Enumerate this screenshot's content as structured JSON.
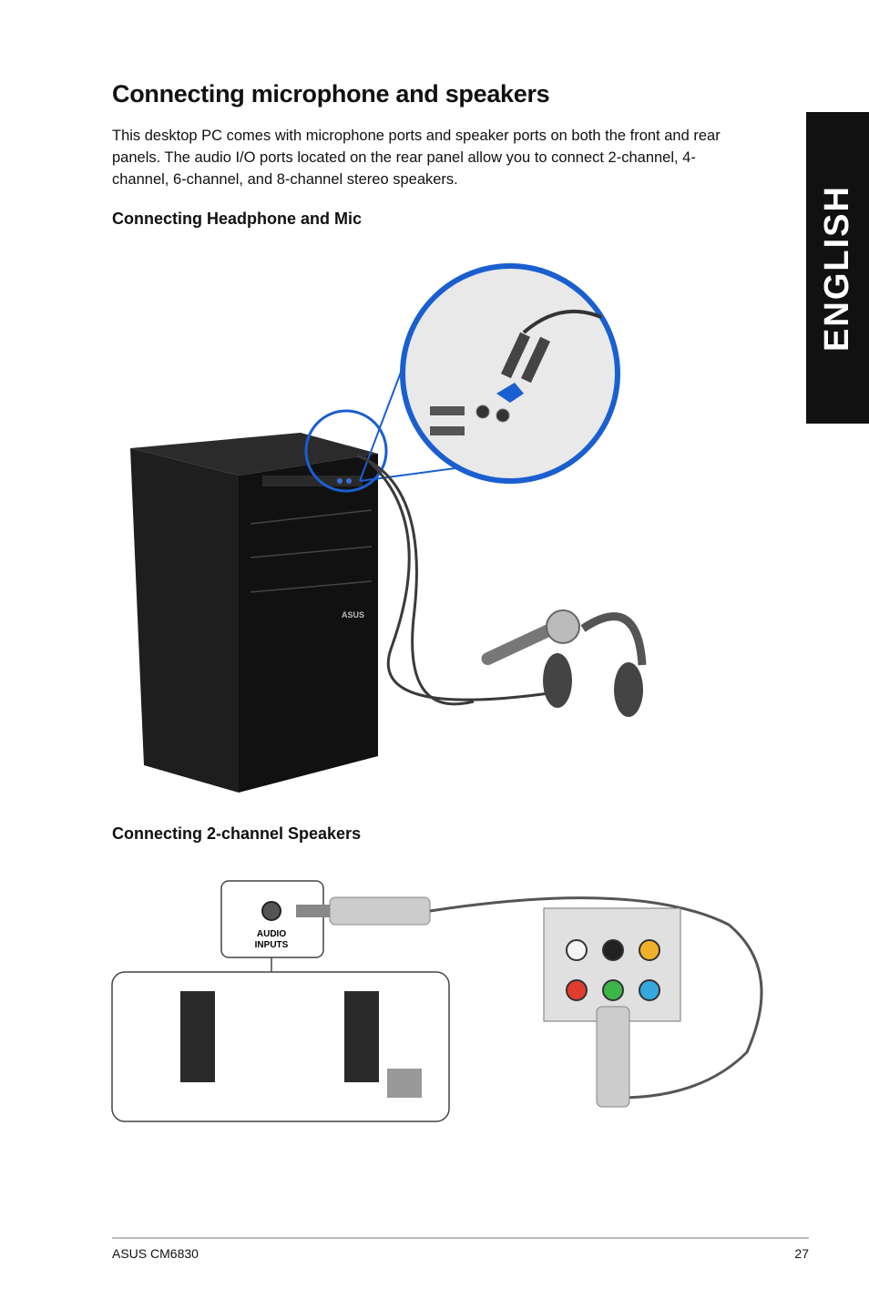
{
  "side_tab": "ENGLISH",
  "title": "Connecting microphone and speakers",
  "intro": "This desktop PC comes with microphone ports and speaker ports on both the front and rear panels. The audio I/O ports located on the rear panel allow you to connect 2-channel, 4-channel, 6-channel, and 8-channel stereo speakers.",
  "section1": {
    "heading": "Connecting Headphone and Mic"
  },
  "section2": {
    "heading": "Connecting 2-channel Speakers"
  },
  "figure2": {
    "callout_line1": "AUDIO",
    "callout_line2": "INPUTS"
  },
  "footer": {
    "model": "ASUS CM6830",
    "page": "27"
  }
}
